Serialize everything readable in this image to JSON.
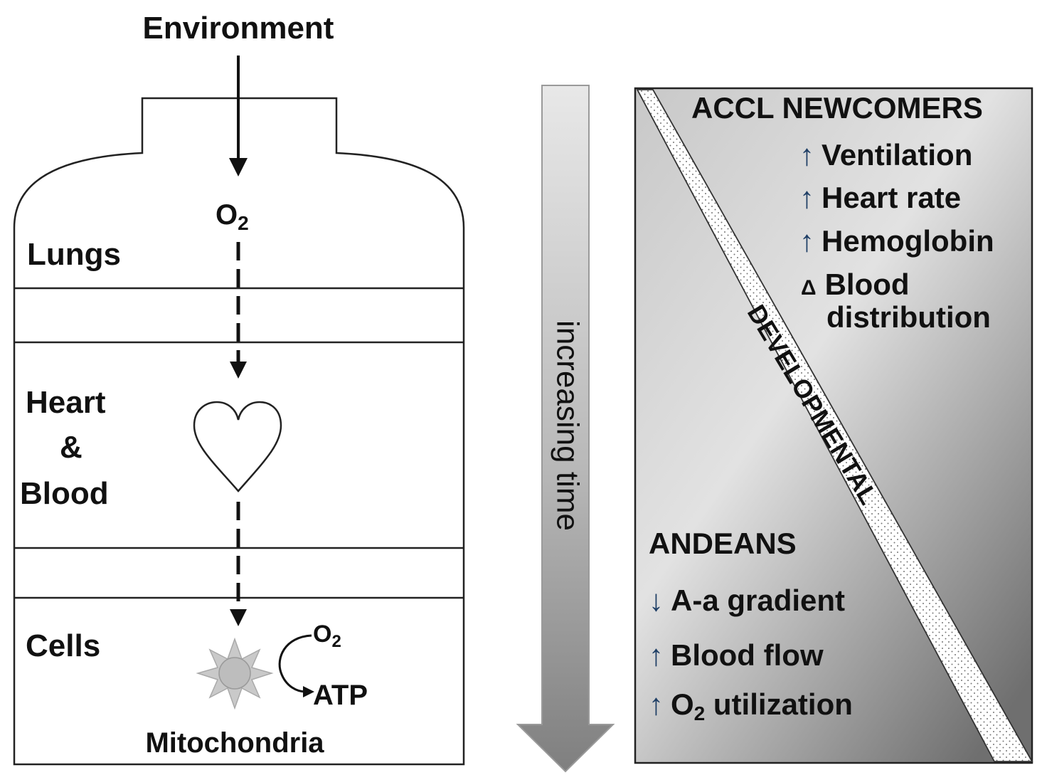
{
  "left_panel": {
    "environment_label": "Environment",
    "o2_main": "O",
    "o2_main_sub": "2",
    "lungs_label": "Lungs",
    "heart_label_1": "Heart",
    "heart_label_2": "&",
    "heart_label_3": "Blood",
    "cells_label": "Cells",
    "o2_cell": "O",
    "o2_cell_sub": "2",
    "atp_label": "ATP",
    "mitochondria_label": "Mitochondria"
  },
  "time_arrow": {
    "label": "increasing time"
  },
  "right_panel": {
    "top_heading": "ACCL NEWCOMERS",
    "top_items": [
      {
        "symbol": "↑",
        "text": "Ventilation"
      },
      {
        "symbol": "↑",
        "text": "Heart rate"
      },
      {
        "symbol": "↑",
        "text": "Hemoglobin"
      },
      {
        "symbol": "Δ",
        "text": "Blood"
      }
    ],
    "top_item_continuation": "distribution",
    "band_label": "DEVELOPMENTAL",
    "bottom_heading": "ANDEANS",
    "bottom_items": [
      {
        "symbol": "↓",
        "text": "A-a gradient"
      },
      {
        "symbol": "↑",
        "text": "Blood flow"
      },
      {
        "symbol": "↑",
        "text": "O",
        "sub": "2",
        "tail": " utilization"
      }
    ]
  }
}
